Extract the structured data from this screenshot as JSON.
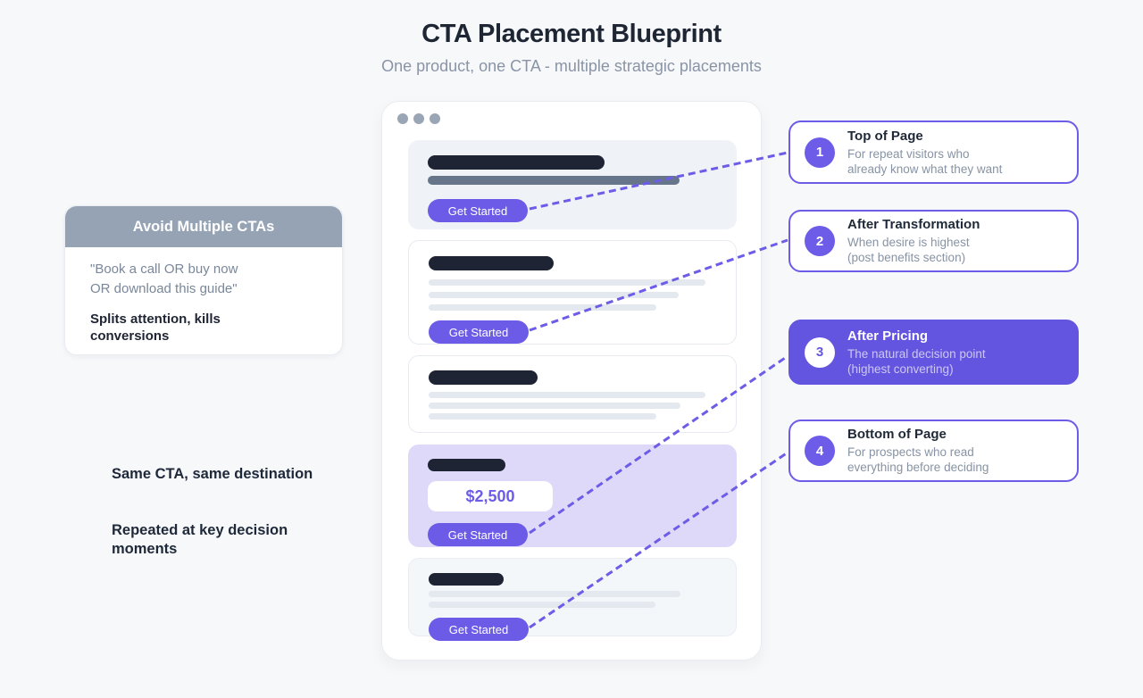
{
  "header": {
    "title": "CTA Placement Blueprint",
    "subtitle": "One product, one CTA - multiple strategic placements"
  },
  "warning_card": {
    "title": "Avoid Multiple CTAs",
    "quote_lines": [
      "\"Book a call OR buy now",
      "OR download this guide\""
    ],
    "emphasis_lines": [
      "Splits attention, kills",
      "conversions"
    ]
  },
  "notes": {
    "note1": "Same CTA, same destination",
    "note2_lines": [
      "Repeated at key decision",
      "moments"
    ]
  },
  "browser": {
    "cta_label": "Get Started",
    "price": "$2,500"
  },
  "placements": [
    {
      "number": "1",
      "title": "Top of Page",
      "description_lines": [
        "For repeat visitors who",
        "already know what they want"
      ]
    },
    {
      "number": "2",
      "title": "After Transformation",
      "description_lines": [
        "When desire is highest",
        "(post benefits section)"
      ]
    },
    {
      "number": "3",
      "title": "After Pricing",
      "description_lines": [
        "The natural decision point",
        "(highest converting)"
      ]
    },
    {
      "number": "4",
      "title": "Bottom of Page",
      "description_lines": [
        "For prospects who read",
        "everything before deciding"
      ]
    }
  ],
  "icons": {
    "window_controls": "window-control-dots"
  },
  "colors": {
    "accent_purple": "#6c5ce7",
    "button_purple": "#6b5be6",
    "highlight_card_purple": "#6355e0",
    "dark_navy": "#1e2433",
    "muted_gray": "#8793a4",
    "header_gray_blue": "#96a3b4",
    "lavender_section": "#ded9f8",
    "page_background": "#f6f8fa"
  }
}
